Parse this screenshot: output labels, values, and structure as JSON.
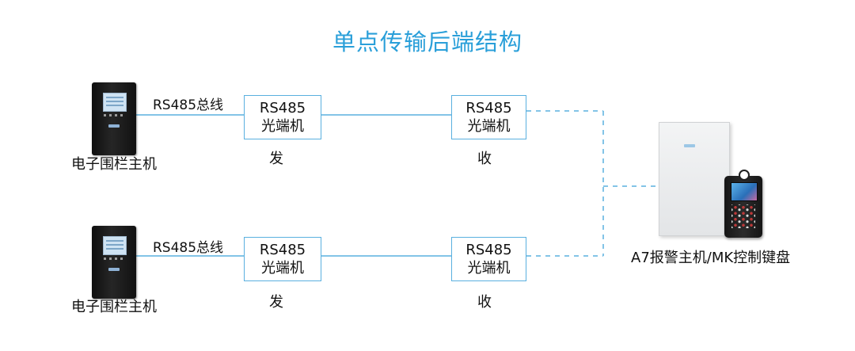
{
  "title": "单点传输后端结构",
  "rows": [
    {
      "host_label": "电子围栏主机",
      "bus_label": "RS485总线",
      "tx": {
        "line1": "RS485",
        "line2": "光端机",
        "caption": "发"
      },
      "rx": {
        "line1": "RS485",
        "line2": "光端机",
        "caption": "收"
      }
    },
    {
      "host_label": "电子围栏主机",
      "bus_label": "RS485总线",
      "tx": {
        "line1": "RS485",
        "line2": "光端机",
        "caption": "发"
      },
      "rx": {
        "line1": "RS485",
        "line2": "光端机",
        "caption": "收"
      }
    }
  ],
  "alarm_host_label": "A7报警主机/MK控制键盘",
  "colors": {
    "title": "#2a9fd9",
    "wire": "#5ab0df"
  },
  "icons": {
    "fence_host": "electronic-fence-host-icon",
    "alarm_host": "alarm-host-cabinet-icon",
    "keypad": "mk-keypad-icon"
  }
}
